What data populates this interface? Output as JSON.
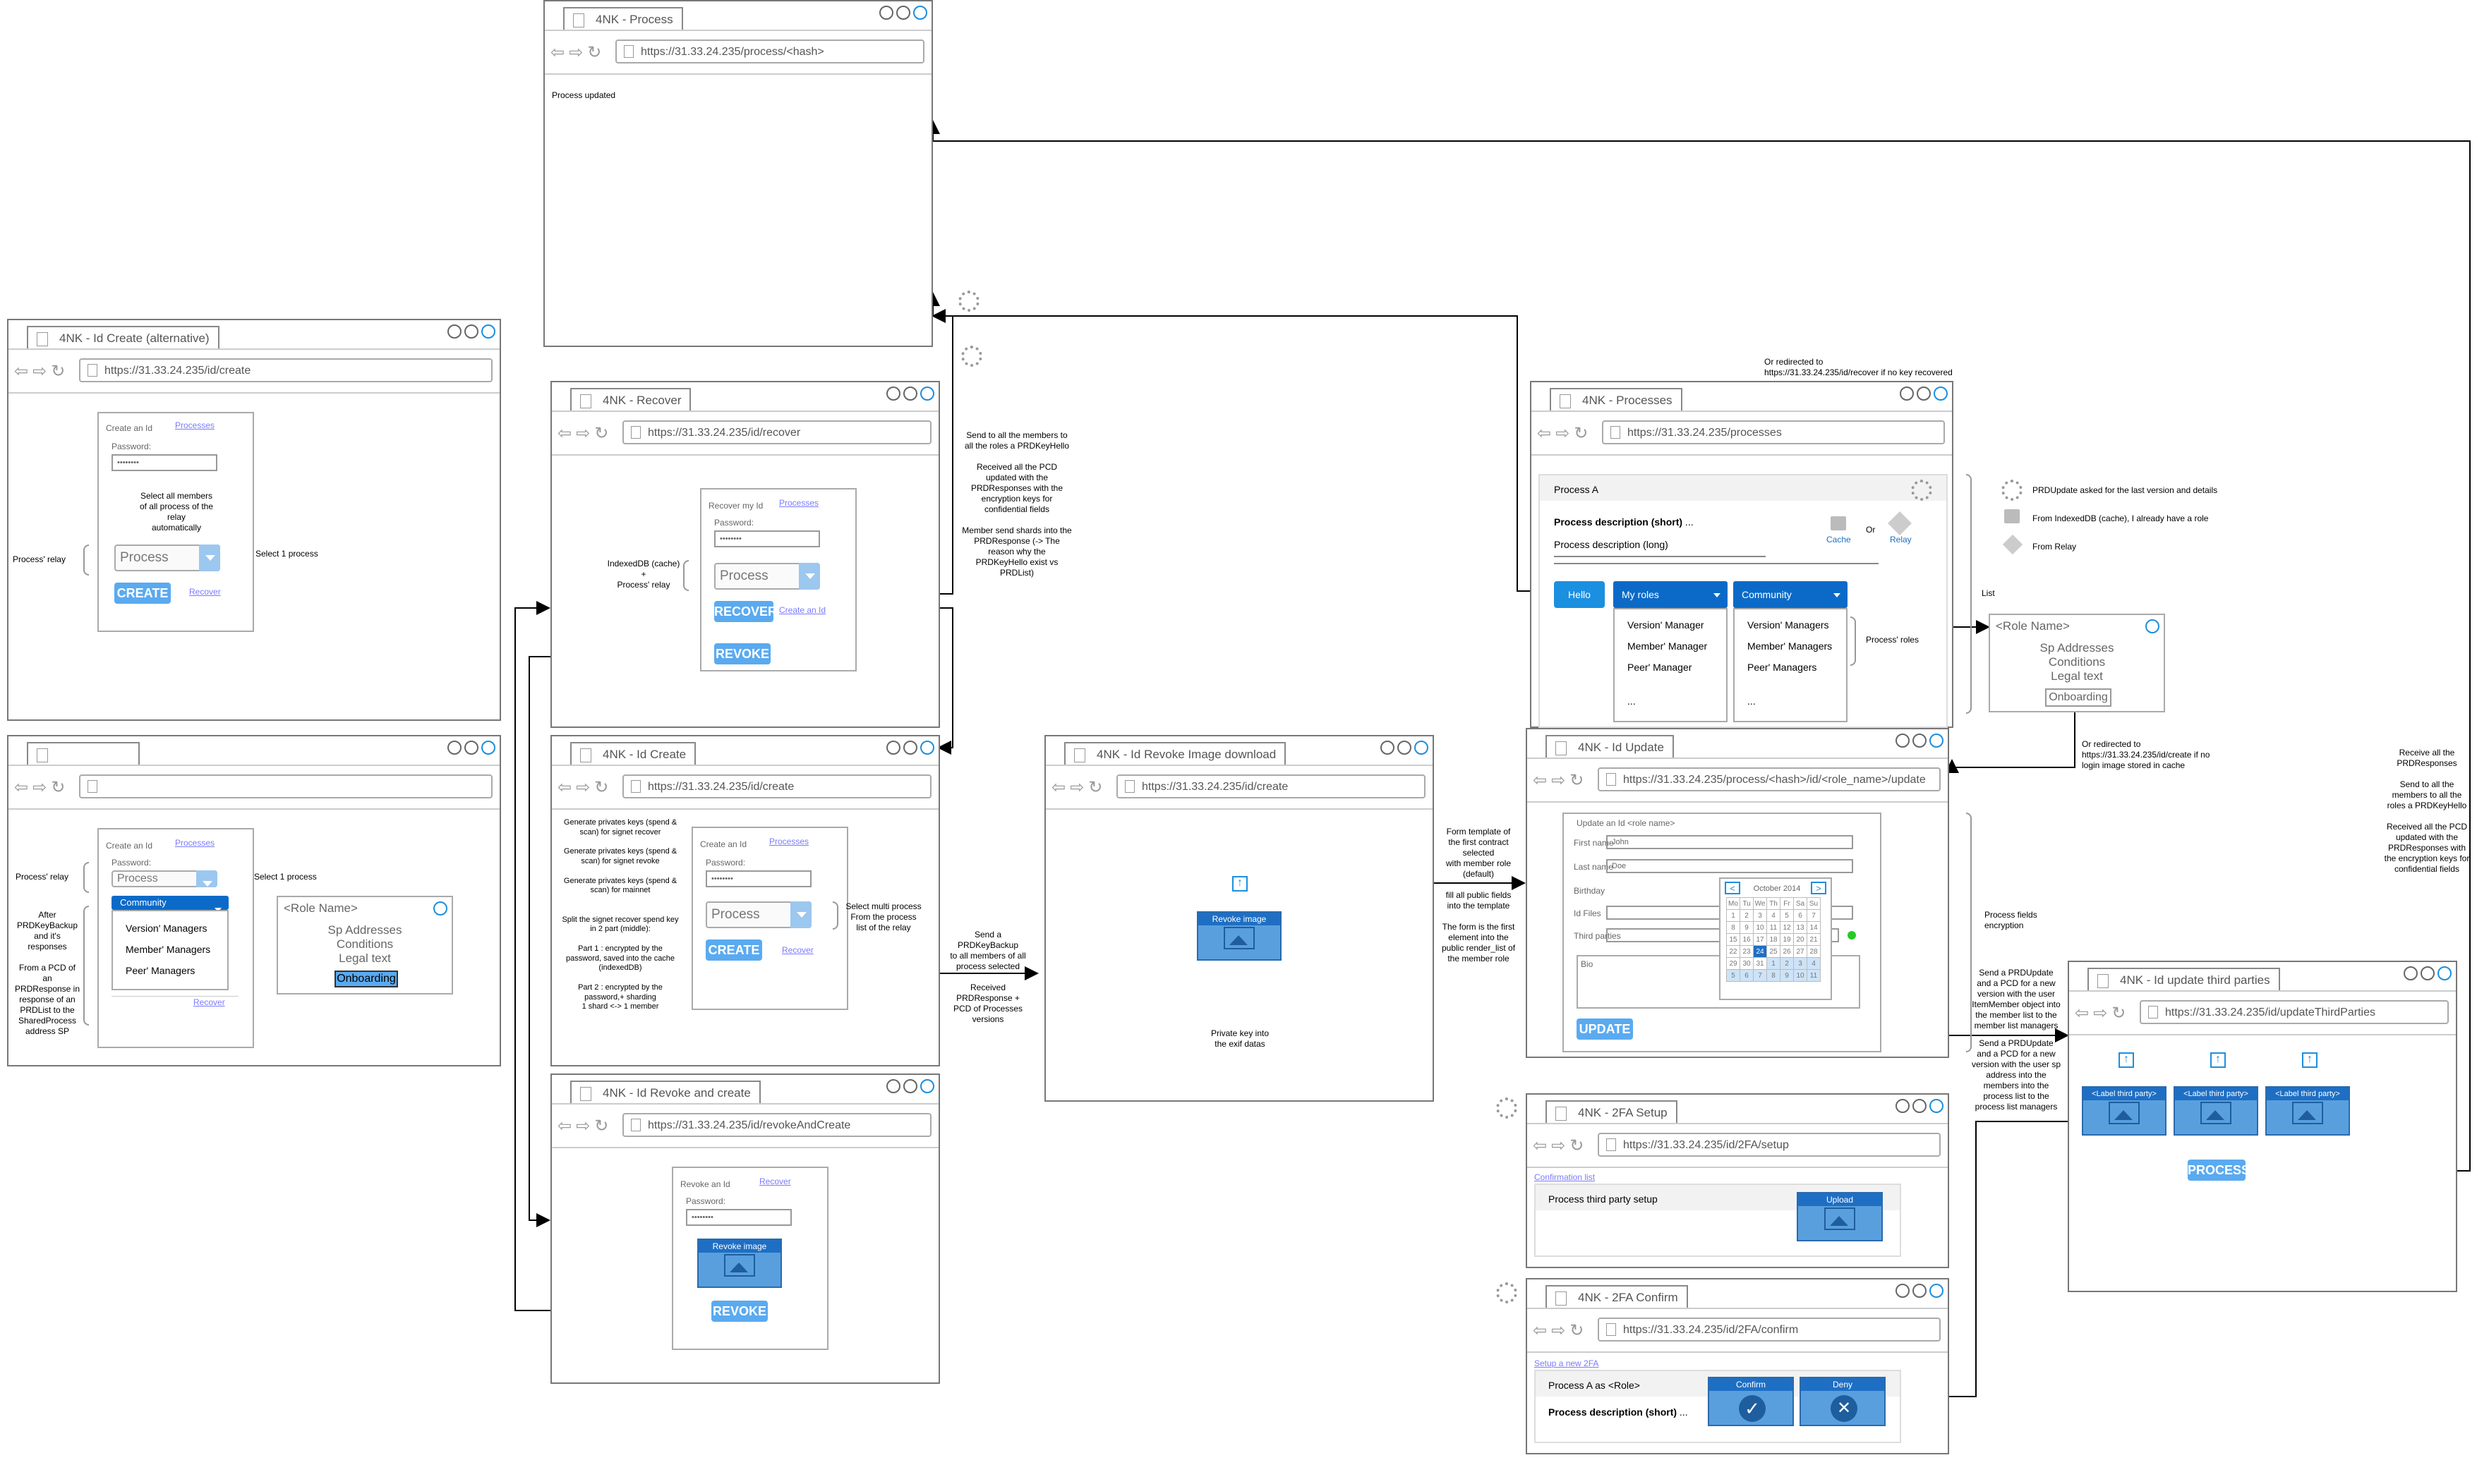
{
  "w_process": {
    "tab": "4NK - Process",
    "url": "https://31.33.24.235/process/<hash>",
    "body": "Process updated"
  },
  "w_idcreate_alt": {
    "tab": "4NK - Id Create (alternative)",
    "url": "https://31.33.24.235/id/create",
    "panel_title": "Create an Id",
    "panel_link": "Processes",
    "password_label": "Password:",
    "password_value": "••••••••",
    "select_note": "Select all members\nof all process of the\nrelay\nautomatically",
    "select_value": "Process",
    "create_button": "CREATE",
    "recover_link": "Recover",
    "left_note": "Process' relay",
    "right_note": "Select 1 process"
  },
  "w_recover": {
    "tab": "4NK - Recover",
    "url": "https://31.33.24.235/id/recover",
    "panel_title": "Recover my Id",
    "panel_link": "Processes",
    "password_label": "Password:",
    "password_value": "••••••••",
    "select_value": "Process",
    "recover_button": "RECOVER",
    "create_link": "Create an Id",
    "revoke_button": "REVOKE",
    "left_note": "IndexedDB (cache)\n+\nProcess' relay"
  },
  "w_blank": {
    "url": "",
    "panel_title": "Create an Id",
    "panel_link": "Processes",
    "password_label": "Password:",
    "select_value": "Process",
    "community": "Community",
    "items": [
      "Version' Managers",
      "Member' Managers",
      "Peer' Managers"
    ],
    "recover_link": "Recover",
    "left_note1": "Process' relay",
    "left_note2": "After\nPRDKeyBackup\nand it's\nresponses\n\nFrom a PCD of\nan\nPRDResponse in\nresponse of an\nPRDList to the\nSharedProcess\naddress SP",
    "right_note": "Select 1 process",
    "role_card": {
      "title": "<Role Name>",
      "lines": [
        "Sp Addresses",
        "Conditions",
        "Legal text"
      ],
      "button": "Onboarding"
    }
  },
  "w_idcreate": {
    "tab": "4NK - Id Create",
    "url": "https://31.33.24.235/id/create",
    "panel_title": "Create an Id",
    "panel_link": "Processes",
    "password_label": "Password:",
    "password_value": "••••••••",
    "select_value": "Process",
    "create_button": "CREATE",
    "recover_link": "Recover",
    "right_note": "Select multi process\nFrom the process\nlist of the relay",
    "left_note": "Generate privates keys (spend &\nscan) for signet recover\n\nGenerate privates keys (spend &\nscan) for signet revoke\n\nGenerate privates keys (spend &\nscan) for mainnet\n\n\nSplit the signet recover spend key\nin 2 part (middle):\n\nPart 1 : encrypted by the\npassword, saved into the cache\n(indexedDB)\n\nPart 2 : encrypted by the\npassword,+ sharding\n1 shard <-> 1 member"
  },
  "w_revokecreate": {
    "tab": "4NK - Id Revoke and create",
    "url": "https://31.33.24.235/id/revokeAndCreate",
    "panel_title": "Revoke an Id",
    "panel_link": "Recover",
    "password_label": "Password:",
    "password_value": "••••••••",
    "image_label": "Revoke image",
    "revoke_button": "REVOKE"
  },
  "w_revokeimg": {
    "tab": "4NK - Id Revoke Image download",
    "url": "https://31.33.24.235/id/create",
    "image_label": "Revoke image",
    "note": "Private key into\nthe exif datas"
  },
  "w_processes": {
    "tab": "4NK - Processes",
    "url": "https://31.33.24.235/processes",
    "process_name": "Process A",
    "desc_short": "Process description (short)",
    "desc_short_suffix": " ...",
    "desc_long": "Process description (long)",
    "cache_label": "Cache",
    "or_label": "Or",
    "relay_label": "Relay",
    "hello_button": "Hello",
    "myroles_label": "My roles",
    "community_label": "Community",
    "myroles_items": [
      "Version' Manager",
      "Member' Manager",
      "Peer' Manager",
      "..."
    ],
    "community_items": [
      "Version' Managers",
      "Member' Managers",
      "Peer' Managers",
      "..."
    ],
    "roles_note": "Process' roles",
    "list_note": "List",
    "role_card": {
      "title": "<Role Name>",
      "lines": [
        "Sp Addresses",
        "Conditions",
        "Legal text"
      ],
      "button": "Onboarding"
    },
    "legend": [
      "PRDUpdate asked for the last version and details",
      "From IndexedDB (cache), I already have a role",
      "From Relay"
    ],
    "top_note": "Or redirected to\nhttps://31.33.24.235/id/recover if no key recovered"
  },
  "w_idupdate": {
    "tab": "4NK - Id Update",
    "url": "https://31.33.24.235/process/<hash>/id/<role_name>/update",
    "panel_title": "Update an Id <role name>",
    "first_name_label": "First name",
    "first_name_value": "John",
    "last_name_label": "Last name",
    "last_name_value": "Doe",
    "birthday_label": "Birthday",
    "idfiles_label": "Id Files",
    "third_label": "Third parties",
    "bio_label": "Bio",
    "update_button": "UPDATE",
    "calendar_title": "October 2014",
    "calendar_days": [
      "Mo",
      "Tu",
      "We",
      "Th",
      "Fr",
      "Sa",
      "Su"
    ],
    "calendar_rows": [
      [
        "1",
        "2",
        "3",
        "4",
        "5",
        "6",
        "7"
      ],
      [
        "8",
        "9",
        "10",
        "11",
        "12",
        "13",
        "14"
      ],
      [
        "15",
        "16",
        "17",
        "18",
        "19",
        "20",
        "21"
      ],
      [
        "22",
        "23",
        "24",
        "25",
        "26",
        "27",
        "28"
      ],
      [
        "29",
        "30",
        "31",
        "1",
        "2",
        "3",
        "4"
      ],
      [
        "5",
        "6",
        "7",
        "8",
        "9",
        "10",
        "11"
      ]
    ],
    "right_note": "Process fields\nencryption",
    "redirect_note": "Or redirected to\nhttps://31.33.24.235/id/create if no\nlogin image stored in cache"
  },
  "w_2fasetup": {
    "tab": "4NK - 2FA Setup",
    "url": "https://31.33.24.235/id/2FA/setup",
    "link": "Confirmation list",
    "label": "Process third party setup",
    "upload_label": "Upload"
  },
  "w_2faconfirm": {
    "tab": "4NK - 2FA Confirm",
    "url": "https://31.33.24.235/id/2FA/confirm",
    "link": "Setup a new 2FA",
    "label1": "Process A as <Role>",
    "label2": "Process description (short)",
    "label2_suffix": " ...",
    "confirm": "Confirm",
    "deny": "Deny"
  },
  "w_thirdparties": {
    "tab": "4NK - Id update third parties",
    "url": "https://31.33.24.235/id/updateThirdParties",
    "label": "<Label third party>",
    "process_button": "PROCESS"
  },
  "notes": {
    "send_members": "Send to all the members to\nall the roles a PRDKeyHello\n\nReceived all the PCD\nupdated with the\nPRDResponses with the\nencryption keys for\nconfidential fields\n\nMember send shards into the\nPRDResponse (-> The\nreason why the\nPRDKeyHello exist vs\nPRDList)",
    "send_backup": "Send a\nPRDKeyBackup\nto all members of all\nprocess selected\n\nReceived\nPRDResponse +\nPCD of Processes\nversions",
    "form_template": "Form template of\nthe first contract\nselected\nwith member role\n(default)\n\nfill all public fields\ninto the template\n\nThe form is the first\nelement into the\npublic render_list of\nthe member role",
    "prdupdate1": "Send a PRDUpdate\nand a PCD for a new\nversion with the user\nItemMember object into\nthe member list to the\nmember list managers",
    "prdupdate2": "Send a PRDUpdate\nand a PCD for a new\nversion with the user sp\naddress into the\nmembers into the\nprocess list to the\nprocess list managers",
    "far_right": "Receive all the\nPRDResponses\n\nSend to all the\nmembers to all the\nroles a PRDKeyHello\n\nReceived all the PCD\nupdated with the\nPRDResponses with\nthe encryption keys for\nconfidential fields"
  }
}
